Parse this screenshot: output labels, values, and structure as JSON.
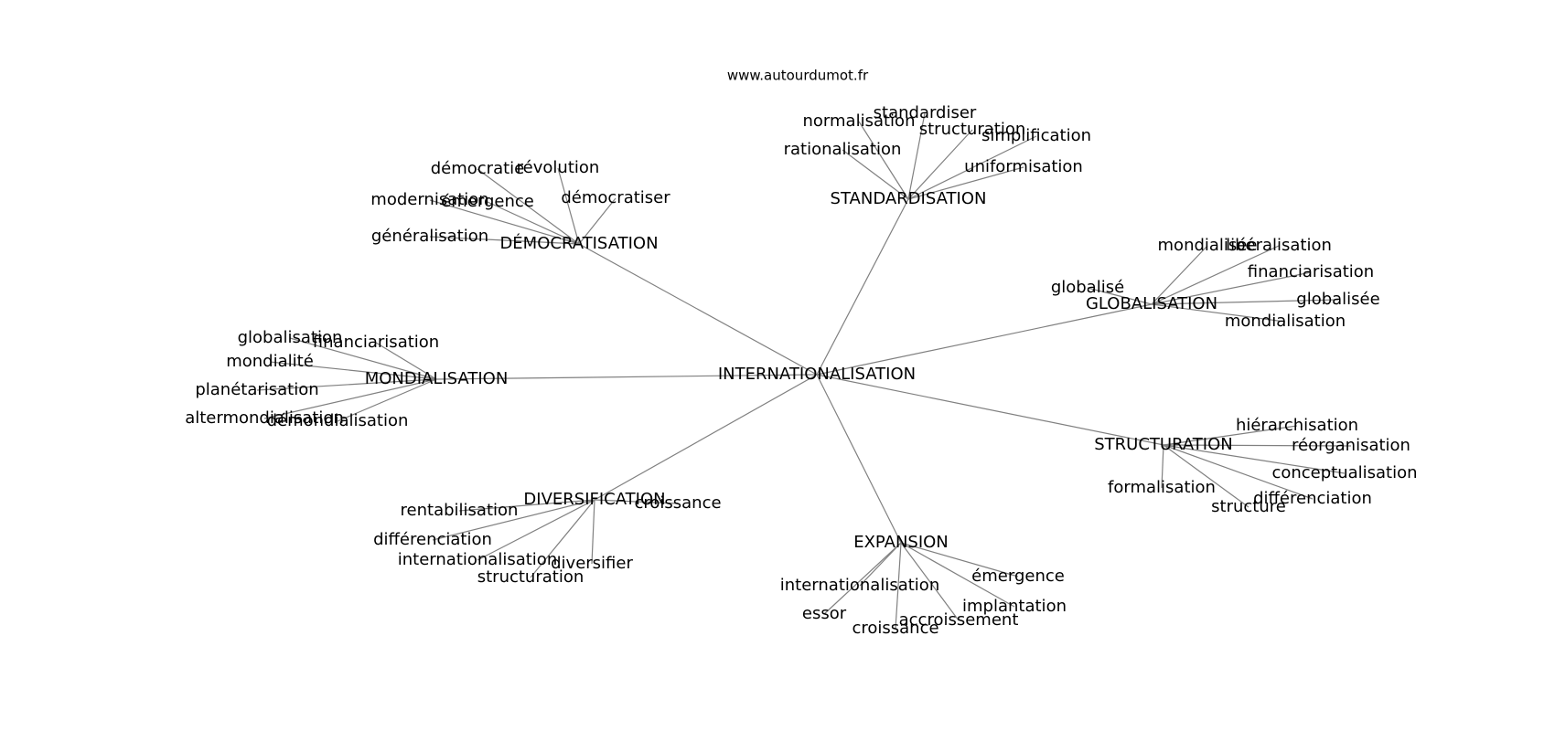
{
  "source": "www.autourdumot.fr",
  "center": "INTERNATIONALISATION",
  "hubs": [
    {
      "label": "STANDARDISATION",
      "leaves": [
        "normalisation",
        "standardiser",
        "structuration",
        "simplification",
        "uniformisation",
        "rationalisation"
      ]
    },
    {
      "label": "DÉMOCRATISATION",
      "leaves": [
        "démocratie",
        "révolution",
        "démocratiser",
        "modernisation",
        "émergence",
        "généralisation"
      ]
    },
    {
      "label": "GLOBALISATION",
      "leaves": [
        "mondialisée",
        "libéralisation",
        "financiarisation",
        "globalisée",
        "mondialisation",
        "globalisé"
      ]
    },
    {
      "label": "MONDIALISATION",
      "leaves": [
        "globalisation",
        "financiarisation",
        "mondialité",
        "planétarisation",
        "altermondialisation",
        "démondialisation"
      ]
    },
    {
      "label": "STRUCTURATION",
      "leaves": [
        "hiérarchisation",
        "réorganisation",
        "conceptualisation",
        "différenciation",
        "structure",
        "formalisation"
      ]
    },
    {
      "label": "DIVERSIFICATION",
      "leaves": [
        "croissance",
        "rentabilisation",
        "différenciation",
        "internationalisation",
        "diversifier",
        "structuration"
      ]
    },
    {
      "label": "EXPANSION",
      "leaves": [
        "émergence",
        "implantation",
        "accroissement",
        "croissance",
        "essor",
        "internationalisation"
      ]
    }
  ]
}
